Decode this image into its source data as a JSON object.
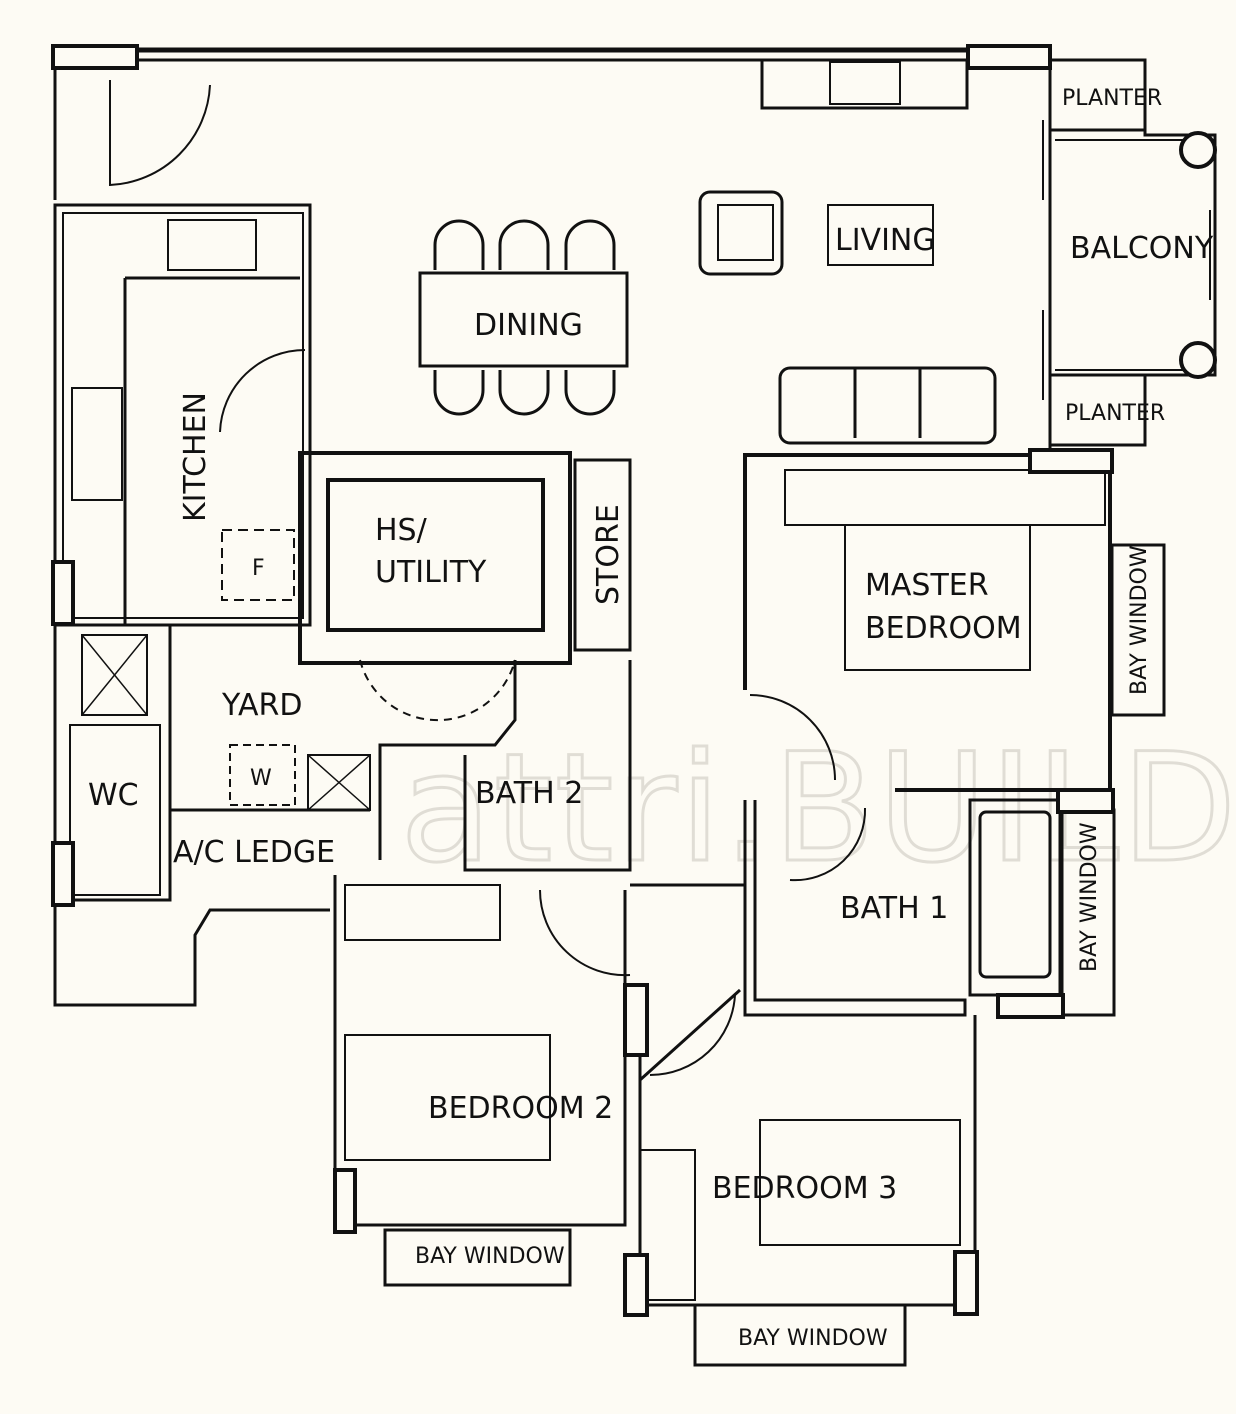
{
  "rooms": {
    "living": "LIVING",
    "dining": "DINING",
    "balcony": "BALCONY",
    "planter_top": "PLANTER",
    "planter_bottom": "PLANTER",
    "kitchen": "KITCHEN",
    "hs_utility_line1": "HS/",
    "hs_utility_line2": "UTILITY",
    "store": "STORE",
    "master_bedroom_line1": "MASTER",
    "master_bedroom_line2": "BEDROOM",
    "yard": "YARD",
    "wc": "WC",
    "bath2": "BATH 2",
    "bath1": "BATH 1",
    "ac_ledge": "A/C LEDGE",
    "bedroom2": "BEDROOM 2",
    "bedroom3": "BEDROOM 3",
    "bay_window_master": "BAY WINDOW",
    "bay_window_bath1": "BAY WINDOW",
    "bay_window_bed2": "BAY WINDOW",
    "bay_window_bed3": "BAY WINDOW",
    "fridge": "F",
    "washer": "W"
  },
  "watermark": "attri.BUILD",
  "colors": {
    "ink": "#111111",
    "paper": "#fdfbf4",
    "watermark": "#c9c6bc"
  }
}
